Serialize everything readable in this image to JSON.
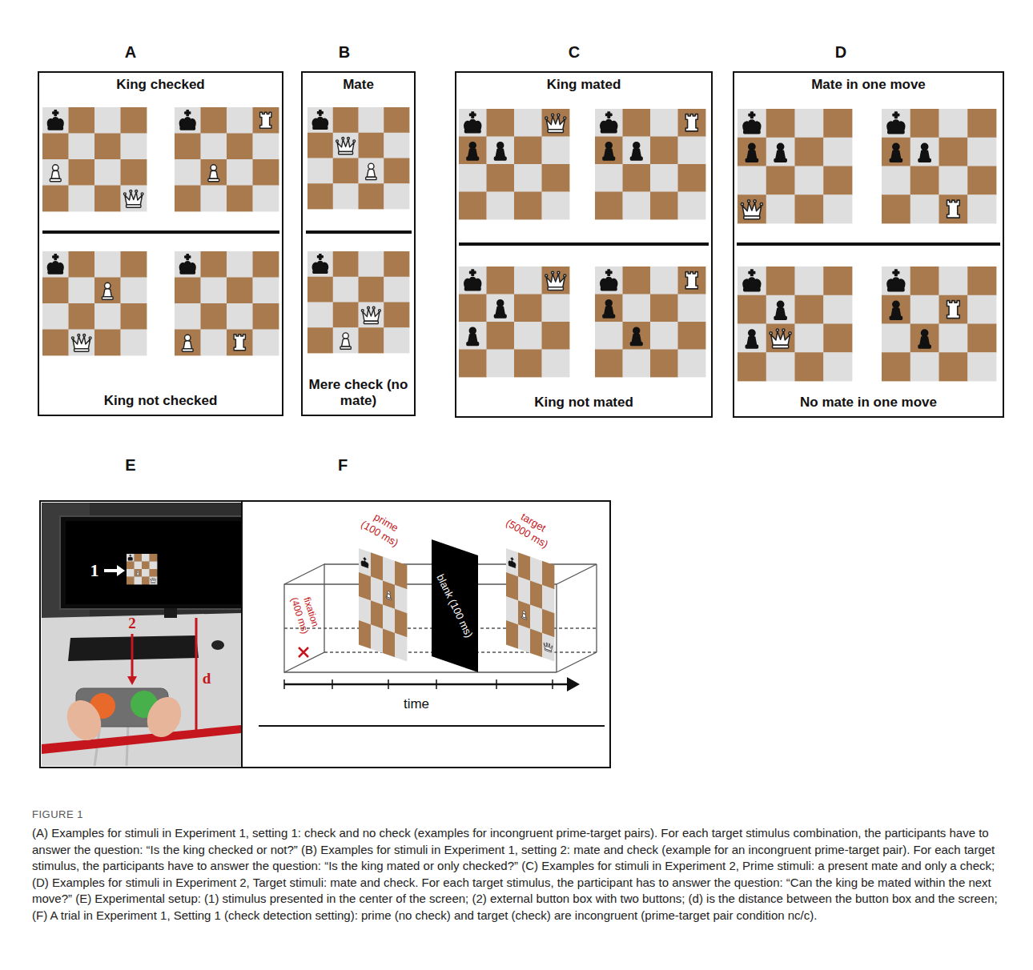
{
  "diagram": {
    "caption": "(A) Examples for stimuli in Experiment 1, setting 1: check and no check (examples for incongruent prime-target pairs). For each target stimulus combination, the participants have to answer the question: “Is the king checked or not?” (B) Examples for stimuli in Experiment 1, setting 2: mate and check (example for an incongruent prime-target pair). For each target stimulus, the participants have to answer the question: “Is the king mated or only checked?” (C) Examples for stimuli in Experiment 2, Prime stimuli: a present mate and only a check; (D) Examples for stimuli in Experiment 2, Target stimuli: mate and check. For each target stimulus, the participant has to answer the question: “Can the king be mated within the next move?” (E) Experimental setup: (1) stimulus presented in the center of the screen; (2) external button box with two buttons; (d) is the distance between the button box and the screen; (F) A trial in Experiment 1, Setting 1 (check detection setting): prime (no check) and target (check) are incongruent (prime-target pair condition nc/c).",
    "nodes": [
      {
        "text": [
          "King checked",
          "King not checked"
        ]
      },
      {
        "text": [
          "Mate",
          "Mere check (no mate)"
        ]
      },
      {
        "text": [
          "King mated",
          "King not mated"
        ]
      },
      {
        "text": [
          "Mate in one move",
          "No mate in one move"
        ]
      },
      {
        "text": [
          "blank (100 ms)"
        ]
      }
    ],
    "labels": [
      "A",
      "B",
      "C",
      "D",
      "E",
      "F",
      "1",
      "2",
      "d",
      "fixation (400 ms)",
      "prime (100 ms)",
      "target (5000 ms)",
      "time",
      "FIGURE 1"
    ]
  }
}
